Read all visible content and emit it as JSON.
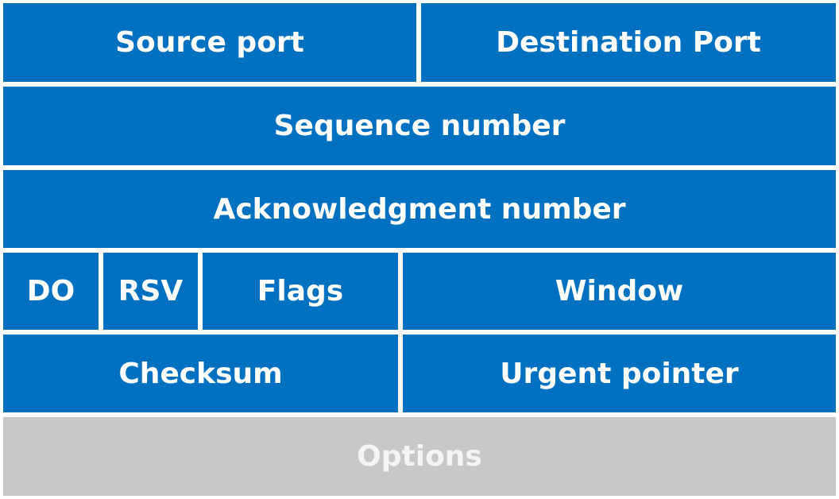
{
  "colors": {
    "field_blue": "#0070c0",
    "options_grey": "#c8c8c8",
    "text": "#ffffff"
  },
  "rows": [
    {
      "fields": [
        "Source port",
        "Destination Port"
      ]
    },
    {
      "fields": [
        "Sequence number"
      ]
    },
    {
      "fields": [
        "Acknowledgment number"
      ]
    },
    {
      "fields": [
        "DO",
        "RSV",
        "Flags",
        "Window"
      ]
    },
    {
      "fields": [
        "Checksum",
        "Urgent pointer"
      ]
    },
    {
      "fields": [
        "Options"
      ]
    }
  ]
}
